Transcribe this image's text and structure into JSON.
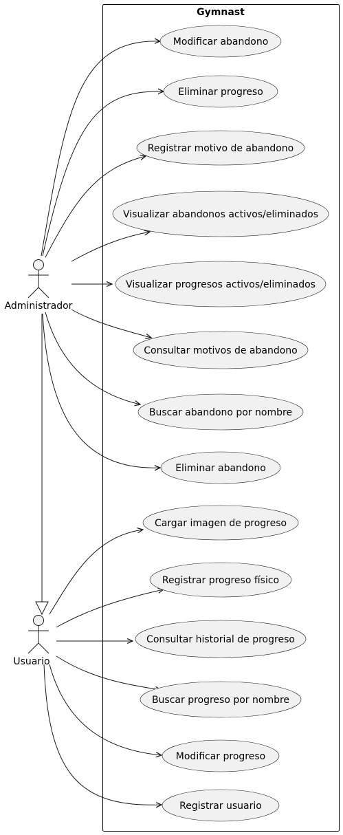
{
  "diagram": {
    "system_title": "Gymnast",
    "colors": {
      "ellipse_fill": "#f1f1f1",
      "ellipse_stroke": "#181818",
      "line": "#181818",
      "boundary_stroke": "#000000",
      "background": "#ffffff"
    },
    "actors": {
      "admin": "Administrador",
      "user": "Usuario"
    },
    "use_cases": {
      "uc1": "Modificar abandono",
      "uc2": "Eliminar progreso",
      "uc3": "Registrar motivo de abandono",
      "uc4": "Visualizar abandonos activos/eliminados",
      "uc5": "Visualizar progresos activos/eliminados",
      "uc6": "Consultar motivos de abandono",
      "uc7": "Buscar abandono por nombre",
      "uc8": "Eliminar abandono",
      "uc9": "Cargar imagen de progreso",
      "uc10": "Registrar progreso físico",
      "uc11": "Consultar historial de progreso",
      "uc12": "Buscar progreso por nombre",
      "uc13": "Modificar progreso",
      "uc14": "Registrar usuario"
    },
    "relations": [
      {
        "from": "admin",
        "to": "uc1",
        "kind": "association"
      },
      {
        "from": "admin",
        "to": "uc2",
        "kind": "association"
      },
      {
        "from": "admin",
        "to": "uc3",
        "kind": "association"
      },
      {
        "from": "admin",
        "to": "uc4",
        "kind": "association"
      },
      {
        "from": "admin",
        "to": "uc5",
        "kind": "association"
      },
      {
        "from": "admin",
        "to": "uc6",
        "kind": "association"
      },
      {
        "from": "admin",
        "to": "uc7",
        "kind": "association"
      },
      {
        "from": "admin",
        "to": "uc8",
        "kind": "association"
      },
      {
        "from": "admin",
        "to": "user",
        "kind": "generalization"
      },
      {
        "from": "user",
        "to": "uc9",
        "kind": "association"
      },
      {
        "from": "user",
        "to": "uc10",
        "kind": "association"
      },
      {
        "from": "user",
        "to": "uc11",
        "kind": "association"
      },
      {
        "from": "user",
        "to": "uc12",
        "kind": "association"
      },
      {
        "from": "user",
        "to": "uc13",
        "kind": "association"
      },
      {
        "from": "user",
        "to": "uc14",
        "kind": "association"
      }
    ]
  }
}
